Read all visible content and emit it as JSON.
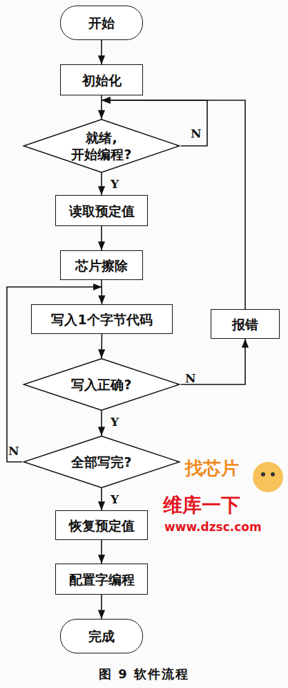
{
  "diagram": {
    "caption": "图 9 软件流程",
    "nodes": [
      {
        "text": [
          "开始"
        ]
      },
      {
        "text": [
          "初始化"
        ]
      },
      {
        "text": [
          "就绪, 开始编程?"
        ]
      },
      {
        "text": [
          "读取预定值"
        ]
      },
      {
        "text": [
          "芯片擦除"
        ]
      },
      {
        "text": [
          "写入1个字节代码"
        ]
      },
      {
        "text": [
          "写入正确?"
        ]
      },
      {
        "text": [
          "全部写完?"
        ]
      },
      {
        "text": [
          "恢复预定值"
        ]
      },
      {
        "text": [
          "配置字编程"
        ]
      },
      {
        "text": [
          "完成"
        ]
      },
      {
        "text": [
          "报错"
        ]
      }
    ],
    "edges": [
      {
        "from": 0,
        "to": 1,
        "arrow": "to"
      },
      {
        "from": 1,
        "to": 2,
        "arrow": "to"
      },
      {
        "from": 2,
        "to": 3,
        "label": "Y",
        "arrow": "to"
      },
      {
        "from": 3,
        "to": 4,
        "arrow": "to"
      },
      {
        "from": 4,
        "to": 5,
        "arrow": "to"
      },
      {
        "from": 5,
        "to": 6,
        "arrow": "to"
      },
      {
        "from": 6,
        "to": 7,
        "label": "Y",
        "arrow": "to"
      },
      {
        "from": 7,
        "to": 8,
        "label": "Y",
        "arrow": "to"
      },
      {
        "from": 8,
        "to": 9,
        "arrow": "to"
      },
      {
        "from": 9,
        "to": 10,
        "arrow": "to"
      },
      {
        "from": 2,
        "to": 2,
        "label": "N",
        "arrow": "to"
      },
      {
        "from": 6,
        "to": 11,
        "label": "N",
        "arrow": "to"
      },
      {
        "from": 11,
        "to": 2,
        "arrow": "to"
      },
      {
        "from": 7,
        "to": 5,
        "label": "N",
        "arrow": "to"
      }
    ],
    "labels": [
      "找芯片",
      "维库一下",
      "www.dzsc.com"
    ]
  }
}
